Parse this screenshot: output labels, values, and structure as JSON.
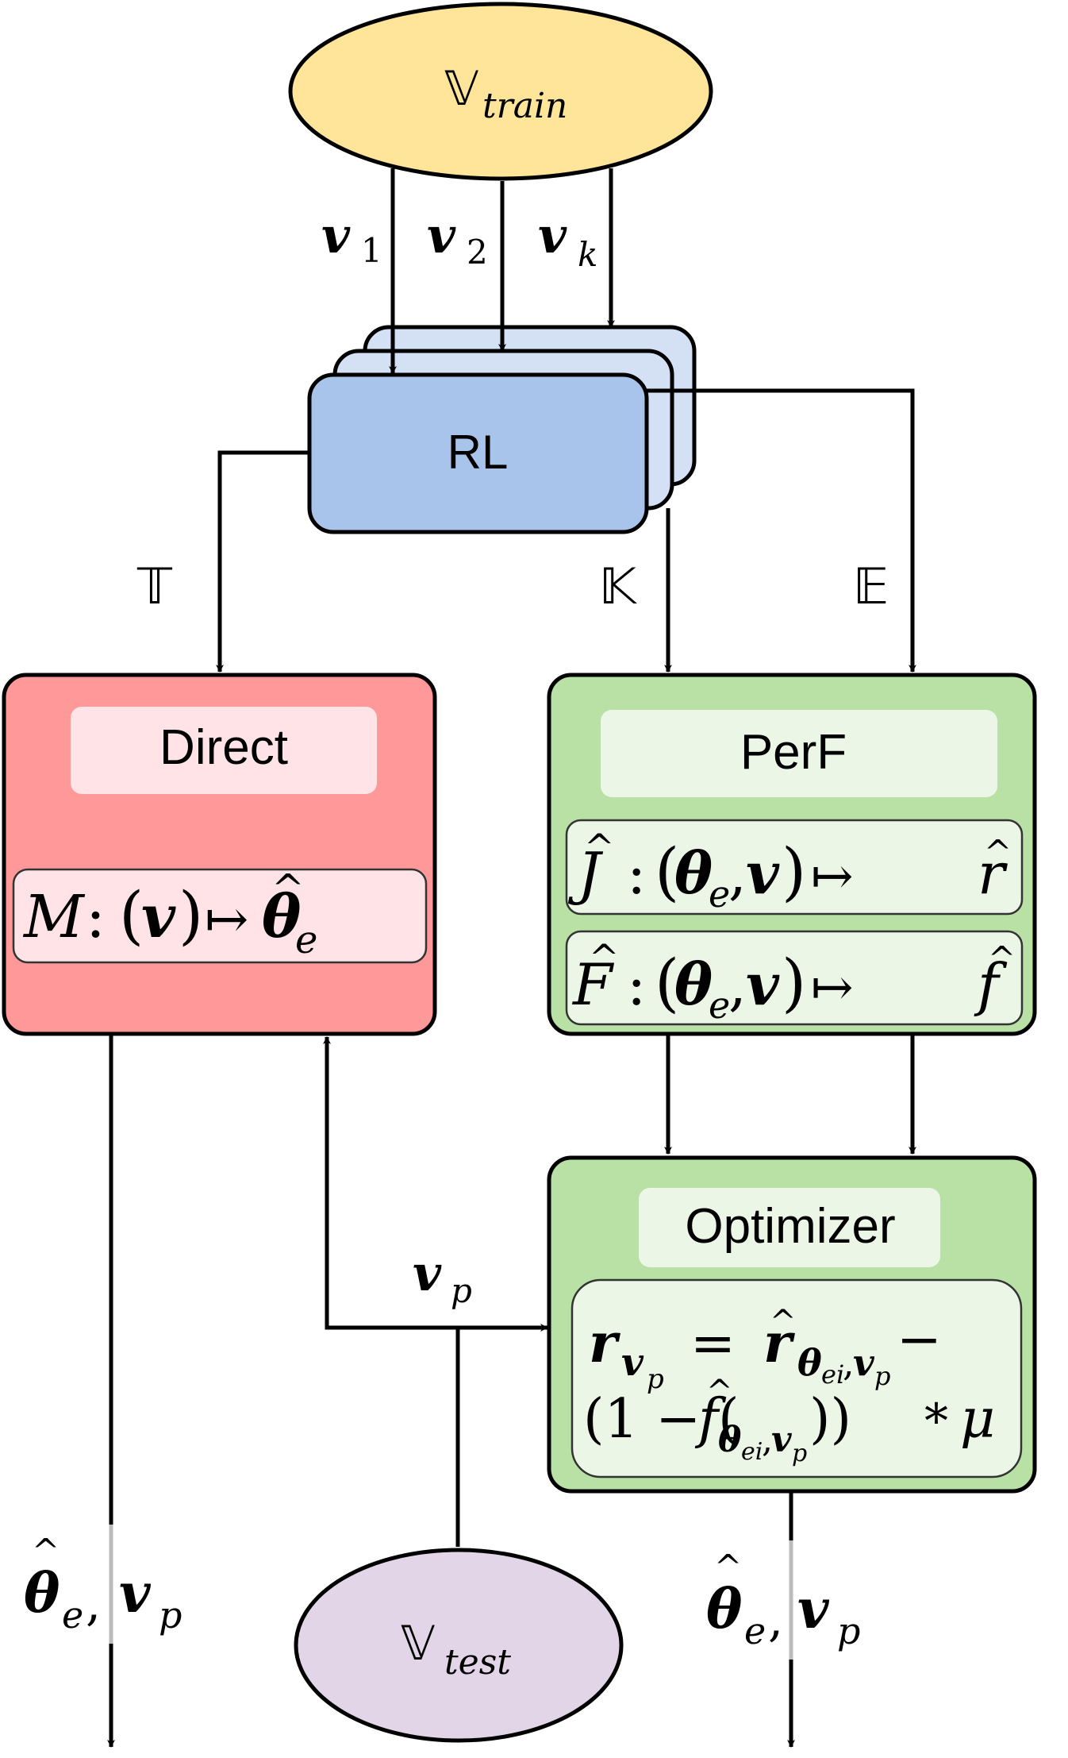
{
  "nodes": {
    "v_train": {
      "symbol": "𝕍",
      "subscript": "train",
      "color": "#FFE599"
    },
    "rl": {
      "label": "RL",
      "color_front": "#A9C4EB",
      "color_back": "#D4E1F5"
    },
    "direct": {
      "title": "Direct",
      "formula": "M : (v) ↦ θ̂ₑ",
      "formula_parts": {
        "lhs": "M",
        "colon": ":",
        "arg": "v",
        "maps": "↦",
        "out": "θ",
        "out_hat": "^",
        "out_sub": "e"
      },
      "color": "#FF9999",
      "inner_color": "#FFE3E6"
    },
    "perf": {
      "title": "PerF",
      "formulas": [
        {
          "text": "Ĵ : (θₑ, v) ↦ r̂",
          "lhs": "J",
          "arg1": "θ",
          "arg1_sub": "e",
          "arg2": "v",
          "out": "r"
        },
        {
          "text": "F̂ : (θₑ, v) ↦ f̂",
          "lhs": "F",
          "arg1": "θ",
          "arg1_sub": "e",
          "arg2": "v",
          "out": "f"
        }
      ],
      "color": "#B9E0A5",
      "inner_color": "#EBF6E6"
    },
    "optimizer": {
      "title": "Optimizer",
      "formula_line1": "r_{v_p} = r̂_{θ_ei, v_p} −",
      "formula_line2": "(1 − (f̂_{θ_ei, v_p})) * μ",
      "parts": {
        "r": "r",
        "v": "v",
        "p": "p",
        "eq": "=",
        "theta": "θ",
        "ei": "ei",
        "comma": ",",
        "minus": "−",
        "open": "(1 − (",
        "f": "f",
        "close": "))",
        "star": "*",
        "mu": "μ"
      },
      "color": "#B9E0A5",
      "inner_color": "#EBF6E6"
    },
    "v_test": {
      "symbol": "𝕍",
      "subscript": "test",
      "color": "#E1D5E7"
    }
  },
  "edges": {
    "v1": {
      "symbol": "v",
      "subscript": "1"
    },
    "v2": {
      "symbol": "v",
      "subscript": "2"
    },
    "vk": {
      "symbol": "v",
      "subscript": "k"
    },
    "T": {
      "symbol": "𝕋"
    },
    "K": {
      "symbol": "𝕂"
    },
    "E": {
      "symbol": "𝔼"
    },
    "vp": {
      "symbol": "v",
      "subscript": "p"
    },
    "out_direct": {
      "theta": "θ",
      "theta_sub": "e",
      "sep": ",",
      "v": "v",
      "v_sub": "p"
    },
    "out_optimizer": {
      "theta": "θ",
      "theta_sub": "e",
      "sep": ",",
      "v": "v",
      "v_sub": "p"
    }
  }
}
